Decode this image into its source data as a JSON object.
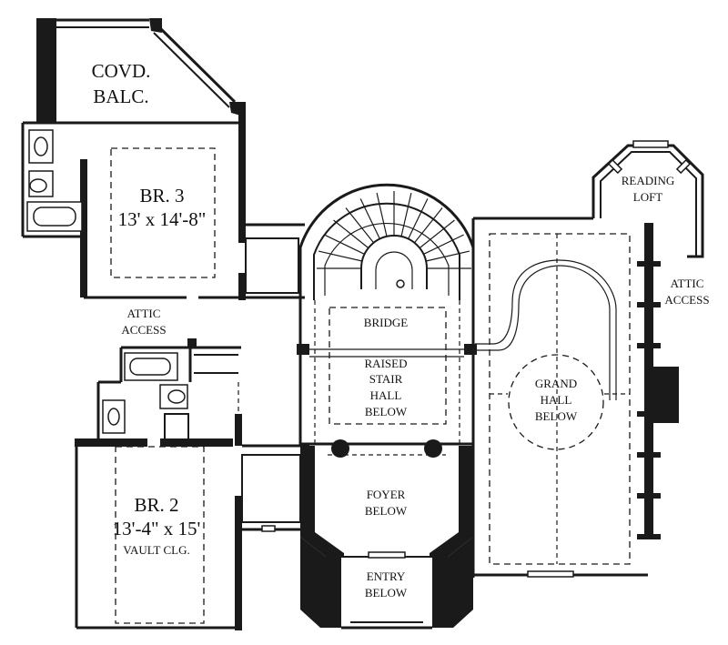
{
  "rooms": {
    "covered_balcony": [
      "COVD.",
      "BALC."
    ],
    "bedroom_3": {
      "name": "BR. 3",
      "size": "13' x 14'-8\""
    },
    "attic_access_left": [
      "ATTIC",
      "ACCESS"
    ],
    "bedroom_2": {
      "name": "BR. 2",
      "size": "13'-4\" x 15'",
      "note": "VAULT CLG."
    },
    "bridge": "BRIDGE",
    "raised_stair_hall": [
      "RAISED",
      "STAIR",
      "HALL",
      "BELOW"
    ],
    "foyer": [
      "FOYER",
      "BELOW"
    ],
    "entry": [
      "ENTRY",
      "BELOW"
    ],
    "grand_hall": [
      "GRAND",
      "HALL",
      "BELOW"
    ],
    "reading_loft": [
      "READING",
      "LOFT"
    ],
    "attic_access_right": [
      "ATTIC",
      "ACCESS"
    ]
  }
}
